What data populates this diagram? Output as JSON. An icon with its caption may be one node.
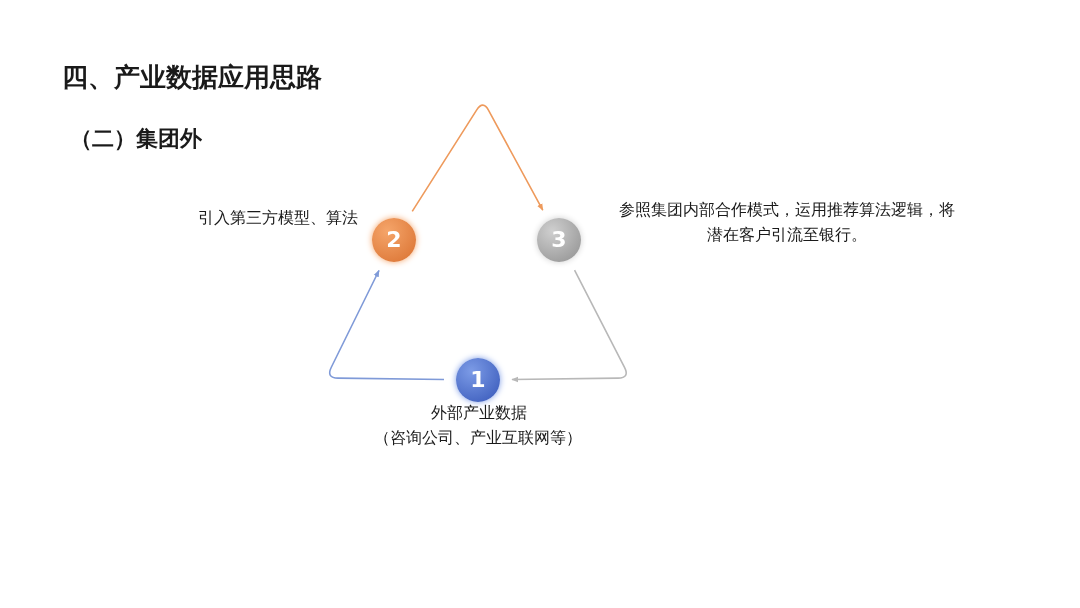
{
  "diagram": {
    "title": "四、产业数据应用思路",
    "nodes": [
      {
        "text": [
          "2"
        ],
        "beside": [
          "引入第三方模型、算法"
        ]
      },
      {
        "text": [
          "3"
        ],
        "beside": [
          "参照集团内部合作模式，运用推荐算法逻辑，将潜在客户引流至银行。"
        ]
      },
      {
        "text": [
          "1"
        ],
        "beside": [
          "外部产业数据",
          "（咨询公司、产业互联网等）"
        ]
      }
    ],
    "edges": [
      {
        "from": 0,
        "to": 1,
        "arrow": "to",
        "color": "#ee9a5c"
      },
      {
        "from": 1,
        "to": 2,
        "arrow": "to",
        "color": "#b8b8b8"
      },
      {
        "from": 2,
        "to": 0,
        "arrow": "to",
        "color": "#7f9ad8"
      }
    ],
    "labels": [
      "（二）集团外"
    ]
  }
}
